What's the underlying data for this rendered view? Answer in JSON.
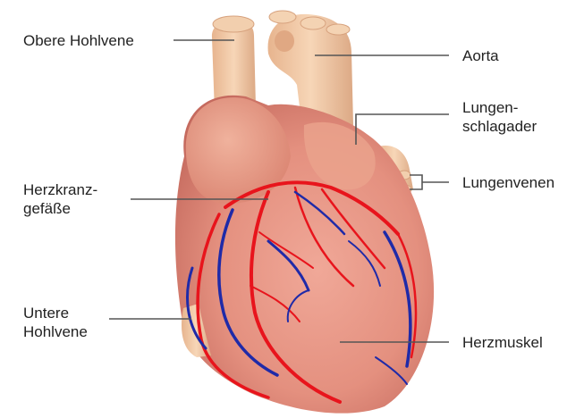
{
  "labels": {
    "obere_hohlvene": "Obere Hohlvene",
    "aorta": "Aorta",
    "lungenschlagader_line1": "Lungen-",
    "lungenschlagader_line2": "schlagader",
    "lungenvenen": "Lungenvenen",
    "herzkranzgefaesse_line1": "Herzkranz-",
    "herzkranzgefaesse_line2": "gefäße",
    "untere_hohlvene_line1": "Untere",
    "untere_hohlvene_line2": "Hohlvene",
    "herzmuskel": "Herzmuskel"
  },
  "colors": {
    "label_text": "#222222",
    "leader_line": "#555555",
    "heart_muscle": "#e8998a",
    "vessel_base": "#f3c6a3",
    "artery_red": "#e8141c",
    "vein_blue": "#1f2aa8"
  }
}
